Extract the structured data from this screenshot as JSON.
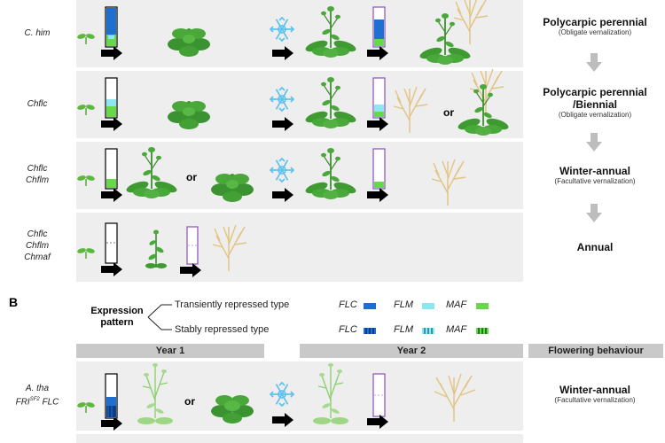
{
  "panelA": {
    "rows": [
      {
        "label_lines": [
          "C. him"
        ],
        "behaviour": [
          "Polycarpic perennial"
        ],
        "vern": "(Obligate vernalization)"
      },
      {
        "label_lines": [
          "Chflc"
        ],
        "behaviour": [
          "Polycarpic perennial",
          "/Biennial"
        ],
        "vern": "(Obligate vernalization)"
      },
      {
        "label_lines": [
          "Chflc",
          "Chflm"
        ],
        "behaviour": [
          "Winter-annual"
        ],
        "vern": "(Facultative vernalization)"
      },
      {
        "label_lines": [
          "Chflc",
          "Chflm",
          "Chmaf"
        ],
        "behaviour": [
          "Annual"
        ],
        "vern": ""
      }
    ],
    "or_text": "or"
  },
  "panelB": {
    "letter": "B",
    "expression_title": [
      "Expression",
      "pattern"
    ],
    "types": [
      "Transiently repressed type",
      "Stably repressed type"
    ],
    "genes": [
      "FLC",
      "FLM",
      "MAF"
    ],
    "colors": {
      "flc": "#1f6fd1",
      "flm": "#8ee6ee",
      "maf": "#66d84a"
    },
    "headers": {
      "year1": "Year 1",
      "year2": "Year 2",
      "flowering": "Flowering behaviour"
    },
    "row": {
      "label_line1": "A. tha",
      "label_pre": "FRI",
      "label_sup": "SF2",
      "label_post": " FLC",
      "behaviour": "Winter-annual",
      "vern": "(Facultative vernalization)"
    },
    "or_text": "or"
  },
  "icons": {
    "arrow": "right-arrow-icon",
    "snow": "snowflake-icon",
    "rosette": "rosette-plant-icon",
    "bolting": "bolting-plant-icon",
    "senesced": "senesced-plant-icon",
    "tube": "expression-tube-icon",
    "seedling": "seedling-icon"
  }
}
